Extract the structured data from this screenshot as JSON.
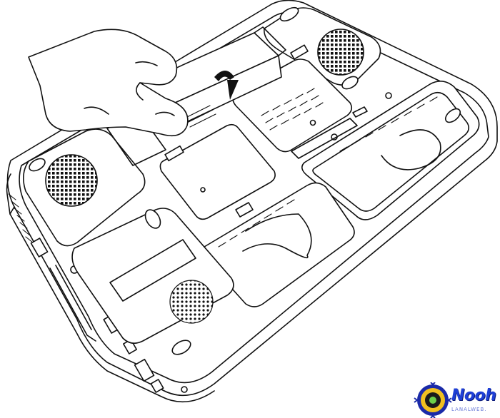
{
  "figure": {
    "subject": "laptop-underside-battery-removal",
    "line_color": "#111111",
    "background": "#ffffff"
  },
  "watermark": {
    "brand_text": "Nooh F",
    "sub_text": "LANALWEB.",
    "colors": {
      "text": "#1e3fd6",
      "badge_ring": "#1a2aa8",
      "badge_fill": "#f0c020"
    }
  }
}
